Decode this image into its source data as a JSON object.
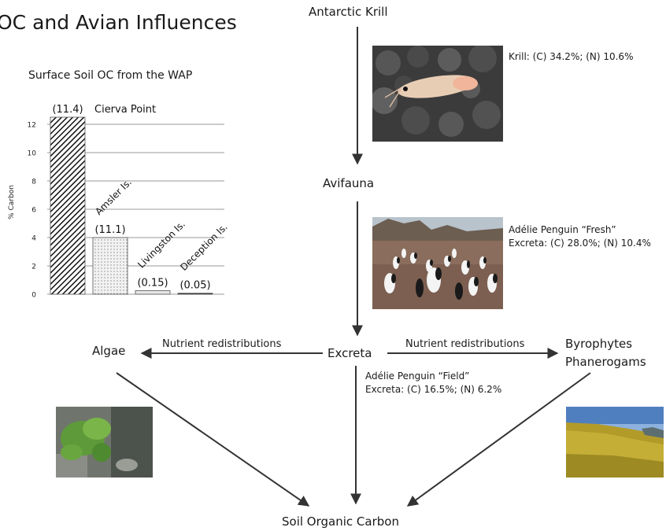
{
  "title": "OC and Avian Influences",
  "chart_data": {
    "type": "bar",
    "title": "Surface Soil OC from the WAP",
    "ylabel": "% Carbon",
    "ylim": [
      0,
      13
    ],
    "yticks": [
      "0",
      "2",
      "4",
      "6",
      "8",
      "10",
      "12"
    ],
    "categories": [
      "Cierva Point",
      "Amsler Is.",
      "Livingston Is.",
      "Deception Is."
    ],
    "values": [
      12.5,
      4.0,
      0.25,
      0.07
    ],
    "data_labels": [
      "(11.4)",
      "(11.1)",
      "(0.15)",
      "(0.05)"
    ],
    "fill_patterns": [
      "diagonal-hatch",
      "dotted",
      "light",
      "dark"
    ],
    "grid": true
  },
  "nodes": {
    "krill": "Antarctic Krill",
    "avifauna": "Avifauna",
    "excreta": "Excreta",
    "algae": "Algae",
    "byrophytes": "Byrophytes",
    "phanerogams": "Phanerogams",
    "soil_oc": "Soil Organic Carbon"
  },
  "captions": {
    "krill": "Krill: (C) 34.2%; (N) 10.6%",
    "fresh": "Adélie Penguin “Fresh” Excreta: (C) 28.0%; (N) 10.4%",
    "field": "Adélie Penguin “Field” Excreta: (C) 16.5%; (N) 6.2%"
  },
  "edge_labels": {
    "left": "Nutrient redistributions",
    "right": "Nutrient redistributions"
  },
  "colors": {
    "arrow": "#333333",
    "grid": "#9a9a9a"
  }
}
